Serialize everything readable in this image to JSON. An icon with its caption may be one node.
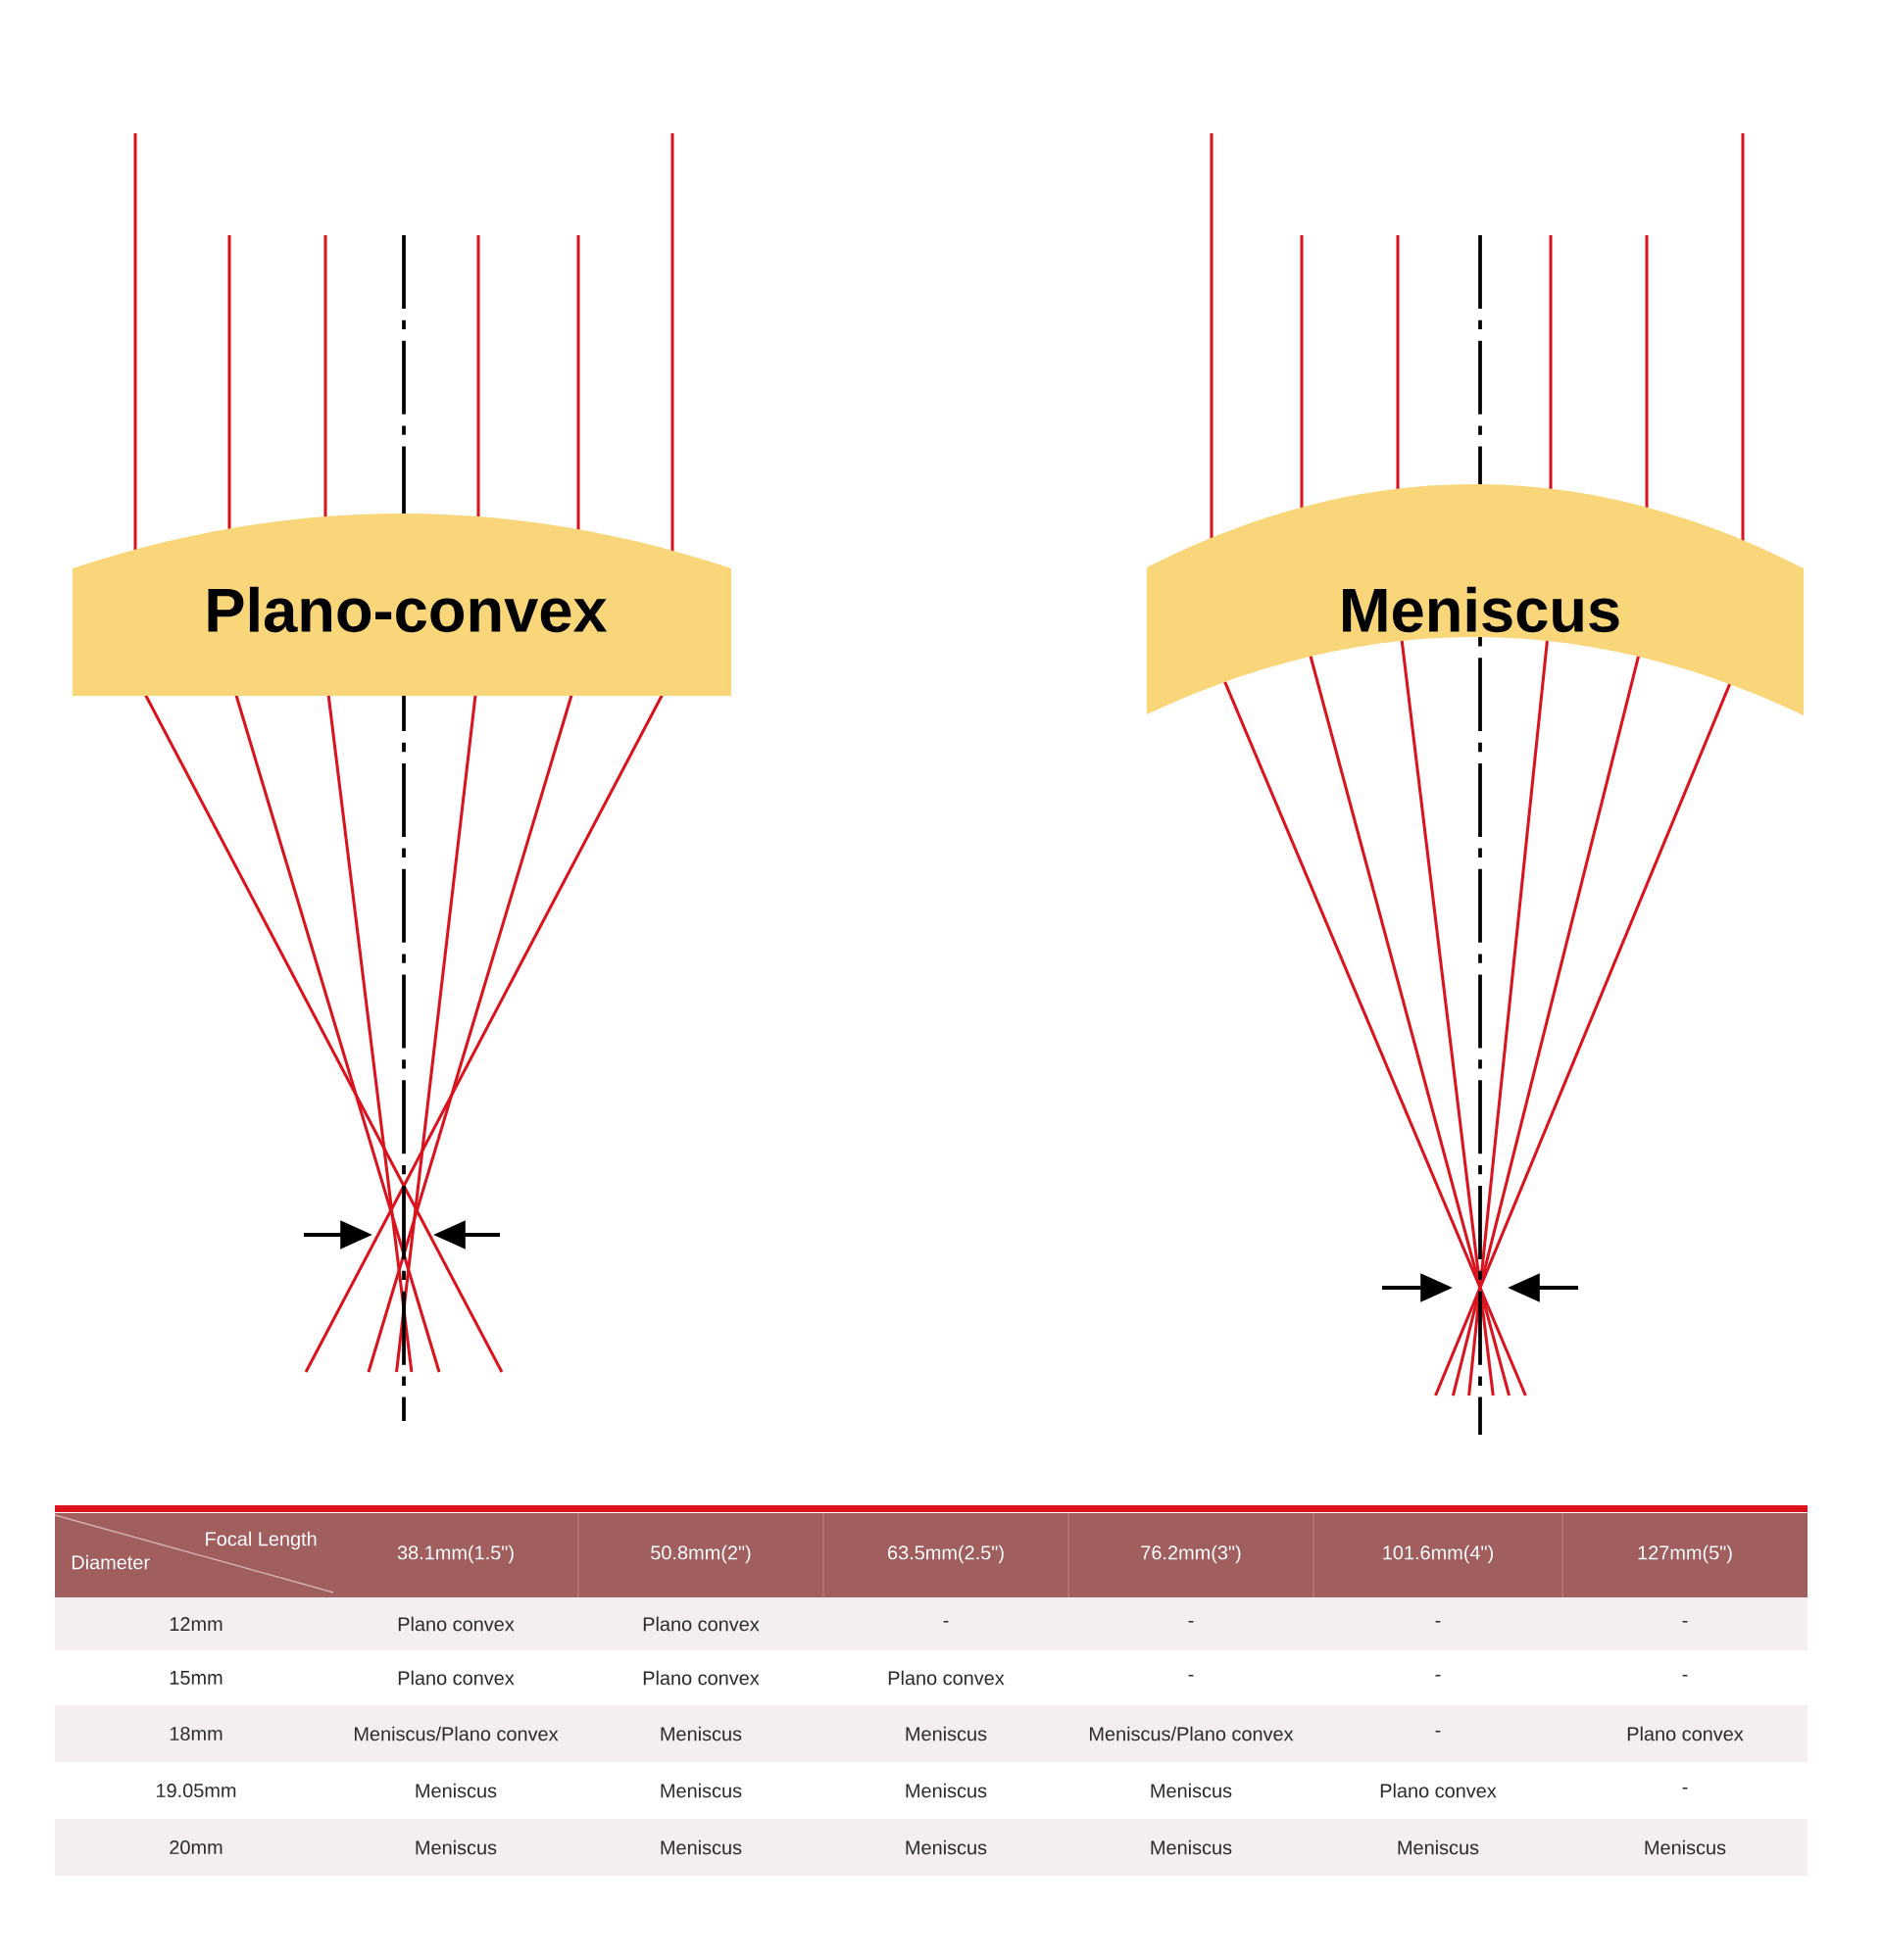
{
  "diagram": {
    "nodes": [
      {
        "text": [
          "Plano-convex"
        ]
      },
      {
        "text": [
          "Meniscus"
        ]
      }
    ],
    "labels": [
      "Focal Length",
      "Diameter",
      "38.1mm(1.5\")",
      "50.8mm(2\")",
      "63.5mm(2.5\")",
      "76.2mm(3\")",
      "101.6mm(4\")",
      "127mm(5\")",
      "12mm",
      "Plano convex",
      "Plano convex",
      "-",
      "-",
      "-",
      "-",
      "15mm",
      "Plano convex",
      "Plano convex",
      "Plano convex",
      "-",
      "-",
      "-",
      "18mm",
      "Meniscus/Plano convex",
      "Meniscus",
      "Meniscus",
      "Meniscus/Plano convex",
      "-",
      "Plano convex",
      "19.05mm",
      "Meniscus",
      "Meniscus",
      "Meniscus",
      "Meniscus",
      "Plano convex",
      "-",
      "20mm",
      "Meniscus",
      "Meniscus",
      "Meniscus",
      "Meniscus",
      "Meniscus",
      "Meniscus"
    ]
  }
}
